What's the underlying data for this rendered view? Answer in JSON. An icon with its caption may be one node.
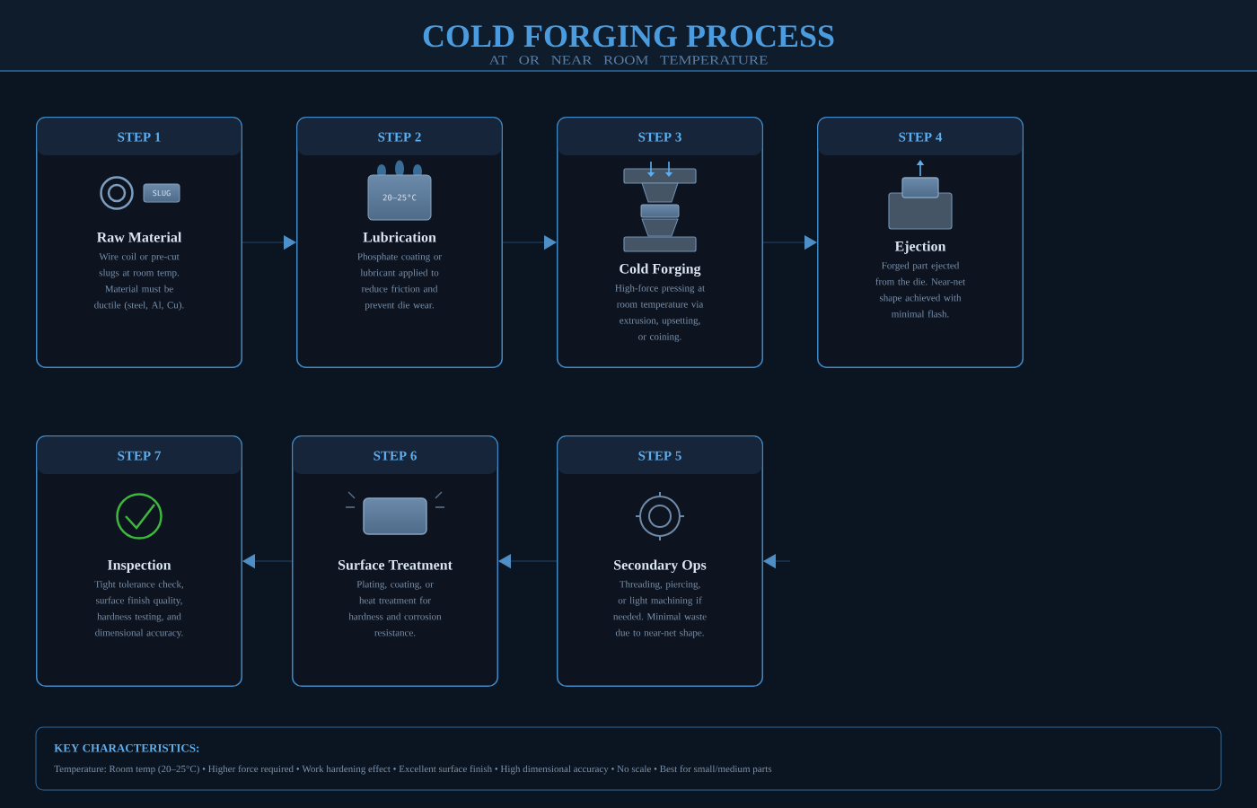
{
  "diagram": {
    "title": "COLD FORGING PROCESS",
    "nodes": [
      {
        "text": [
          "STEP 1",
          "Raw Material",
          "Wire coil or pre-cut slugs at room temp. Material must be ductile (steel, Al, Cu)."
        ]
      },
      {
        "text": [
          "SLUG"
        ],
        "in": 0
      },
      {
        "text": [
          "STEP 2",
          "Lubrication",
          "Phosphate coating or lubricant applied to reduce friction and prevent die wear."
        ]
      },
      {
        "text": [
          "20–25°C"
        ],
        "in": 2
      },
      {
        "text": [
          "STEP 3",
          "Cold Forging",
          "High-force pressing at room temperature via extrusion, upsetting, or coining."
        ]
      },
      {
        "text": [
          "STEP 4",
          "Ejection",
          "Forged part ejected from the die. Near-net shape achieved with minimal flash."
        ]
      },
      {
        "text": [
          "STEP 7",
          "Inspection",
          "Tight tolerance check, surface finish quality, hardness testing, and dimensional accuracy."
        ]
      },
      {
        "text": [
          "STEP 6",
          "Surface Treatment",
          "Plating, coating, or heat treatment for hardness and corrosion resistance."
        ]
      },
      {
        "text": [
          "STEP 5",
          "Secondary Ops",
          "Threading, piercing, or light machining if needed. Minimal waste due to near-net shape."
        ]
      },
      {
        "text": [
          "KEY CHARACTERISTICS:",
          "Temperature: Room temp (20–25°C) • Higher force required • Work hardening effect • Excellent surface finish • High dimensional accuracy • No scale • Best for small/medium parts"
        ]
      }
    ],
    "edges": [
      {
        "from": 0,
        "to": 2,
        "arrow": "to"
      },
      {
        "from": 2,
        "to": 4,
        "arrow": "to"
      },
      {
        "from": 4,
        "to": 5,
        "arrow": "to"
      },
      {
        "from": null,
        "to": 8,
        "arrow": "to"
      },
      {
        "from": 8,
        "to": 7,
        "arrow": "to"
      },
      {
        "from": 7,
        "to": 6,
        "arrow": "to"
      }
    ],
    "labels": [
      "AT OR NEAR ROOM TEMPERATURE"
    ]
  }
}
